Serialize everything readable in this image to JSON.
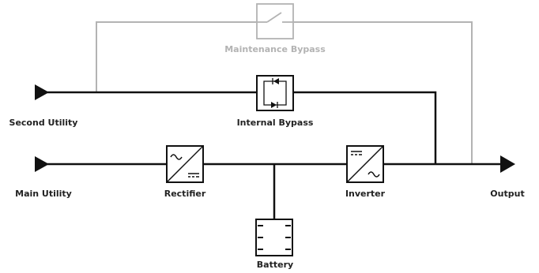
{
  "colors": {
    "line": "#111111",
    "bypass_line": "#b3b3b3",
    "label": "#222222",
    "bypass_label": "#b3b3b3",
    "background": "#ffffff"
  },
  "labels": {
    "second_utility": "Second Utility",
    "main_utility": "Main Utility",
    "rectifier": "Rectifier",
    "inverter": "Inverter",
    "internal_bypass": "Internal Bypass",
    "maintenance_bypass": "Maintenance Bypass",
    "battery": "Battery",
    "output": "Output"
  },
  "icons": {
    "input_arrow": "triangle-right-icon",
    "output_arrow": "triangle-right-icon",
    "maintenance_switch": "switch-icon",
    "internal_bypass": "thyristor-pair-icon",
    "rectifier": "ac-dc-icon",
    "inverter": "dc-ac-icon",
    "battery": "battery-icon"
  }
}
